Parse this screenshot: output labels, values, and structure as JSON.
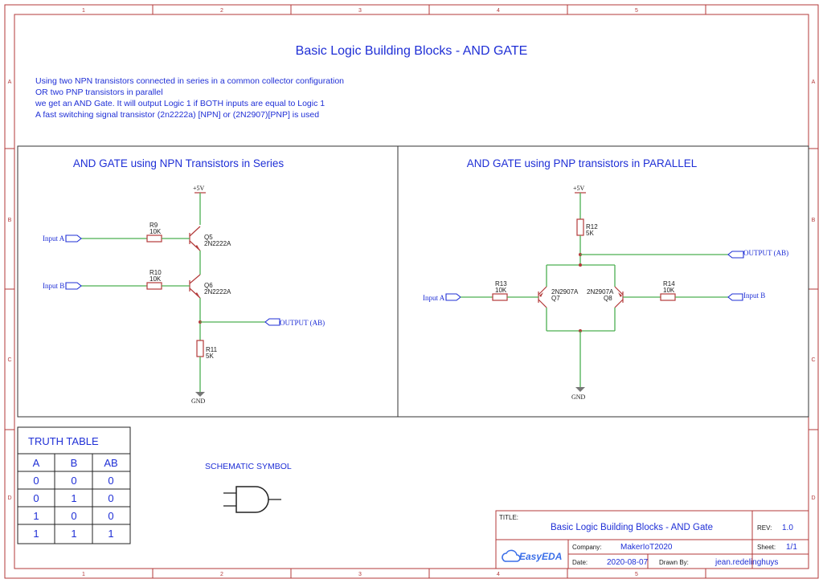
{
  "sheet": {
    "title": "Basic Logic Building Blocks - AND GATE",
    "description": [
      "Using two NPN transistors connected in series in a common collector configuration",
      "OR two PNP transistors in parallel",
      "we get an AND Gate. It will output Logic 1 if BOTH inputs are equal to Logic 1",
      "A fast switching signal transistor (2n2222a) [NPN] or (2N2907)[PNP] is used"
    ],
    "columns": [
      "1",
      "2",
      "3",
      "4",
      "5"
    ],
    "rows": [
      "A",
      "B",
      "C",
      "D"
    ]
  },
  "npn_panel": {
    "heading": "AND GATE using NPN Transistors in Series",
    "vcc": "+5V",
    "gnd": "GND",
    "r9": {
      "ref": "R9",
      "value": "10K"
    },
    "r10": {
      "ref": "R10",
      "value": "10K"
    },
    "r11": {
      "ref": "R11",
      "value": "5K"
    },
    "q5": {
      "ref": "Q5",
      "part": "2N2222A"
    },
    "q6": {
      "ref": "Q6",
      "part": "2N2222A"
    },
    "input_a": "Input A",
    "input_b": "Input B",
    "output": "OUTPUT (AB)"
  },
  "pnp_panel": {
    "heading": "AND GATE using PNP transistors in PARALLEL",
    "vcc": "+5V",
    "gnd": "GND",
    "r12": {
      "ref": "R12",
      "value": "5K"
    },
    "r13": {
      "ref": "R13",
      "value": "10K"
    },
    "r14": {
      "ref": "R14",
      "value": "10K"
    },
    "q7": {
      "ref": "Q7",
      "part": "2N2907A"
    },
    "q8": {
      "ref": "Q8",
      "part": "2N2907A"
    },
    "input_a": "Input A",
    "input_b": "Input B",
    "output": "OUTPUT (AB)"
  },
  "truth_table": {
    "title": "TRUTH TABLE",
    "headers": [
      "A",
      "B",
      "AB"
    ],
    "rows": [
      [
        "0",
        "0",
        "0"
      ],
      [
        "0",
        "1",
        "0"
      ],
      [
        "1",
        "0",
        "0"
      ],
      [
        "1",
        "1",
        "1"
      ]
    ]
  },
  "symbol": {
    "caption": "SCHEMATIC SYMBOL"
  },
  "title_block": {
    "title_label": "TITLE:",
    "title": "Basic Logic Building Blocks - AND Gate",
    "rev_label": "REV:",
    "rev": "1.0",
    "company_label": "Company:",
    "company": "MakerIoT2020",
    "sheet_label": "Sheet:",
    "sheet": "1/1",
    "date_label": "Date:",
    "date": "2020-08-07",
    "drawn_label": "Drawn By:",
    "drawn_by": "jean.redelinghuys",
    "logo": "EasyEDA"
  }
}
